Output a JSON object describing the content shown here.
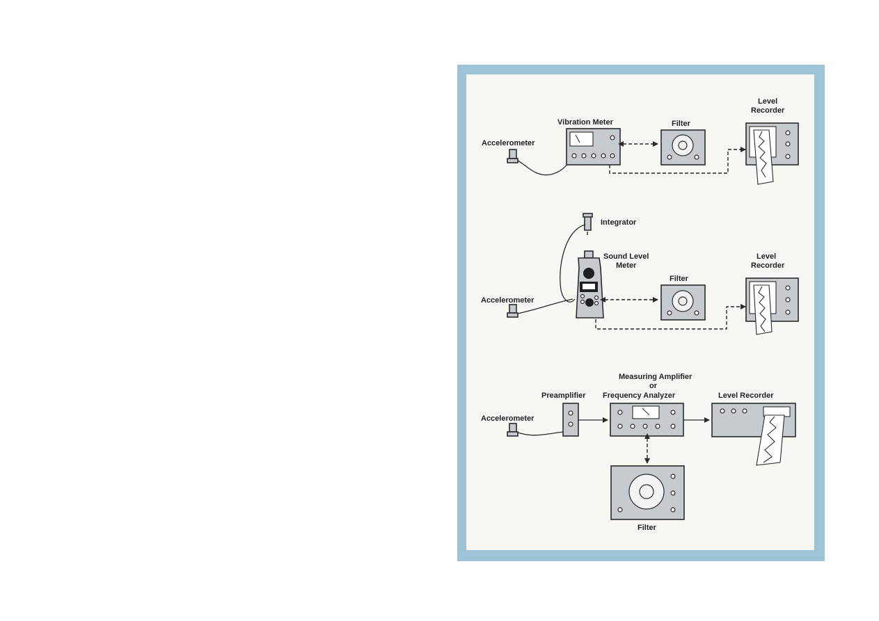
{
  "colors": {
    "frame": "#9fc3d6",
    "panel": "#f7f7f3",
    "device": "#c7cbcf",
    "ink": "#2a2a2a"
  },
  "setup_1": {
    "accelerometer": "Accelerometer",
    "vibration_meter": "Vibration Meter",
    "filter": "Filter",
    "level_recorder": [
      "Level",
      "Recorder"
    ]
  },
  "setup_2": {
    "integrator": "Integrator",
    "sound_level_meter": [
      "Sound Level",
      "Meter"
    ],
    "accelerometer": "Accelerometer",
    "filter": "Filter",
    "level_recorder": [
      "Level",
      "Recorder"
    ]
  },
  "setup_3": {
    "measuring_amplifier": [
      "Measuring Amplifier",
      "or",
      "Frequency Analyzer"
    ],
    "preamplifier": "Preamplifier",
    "accelerometer": "Accelerometer",
    "level_recorder": "Level Recorder",
    "filter": "Filter"
  }
}
